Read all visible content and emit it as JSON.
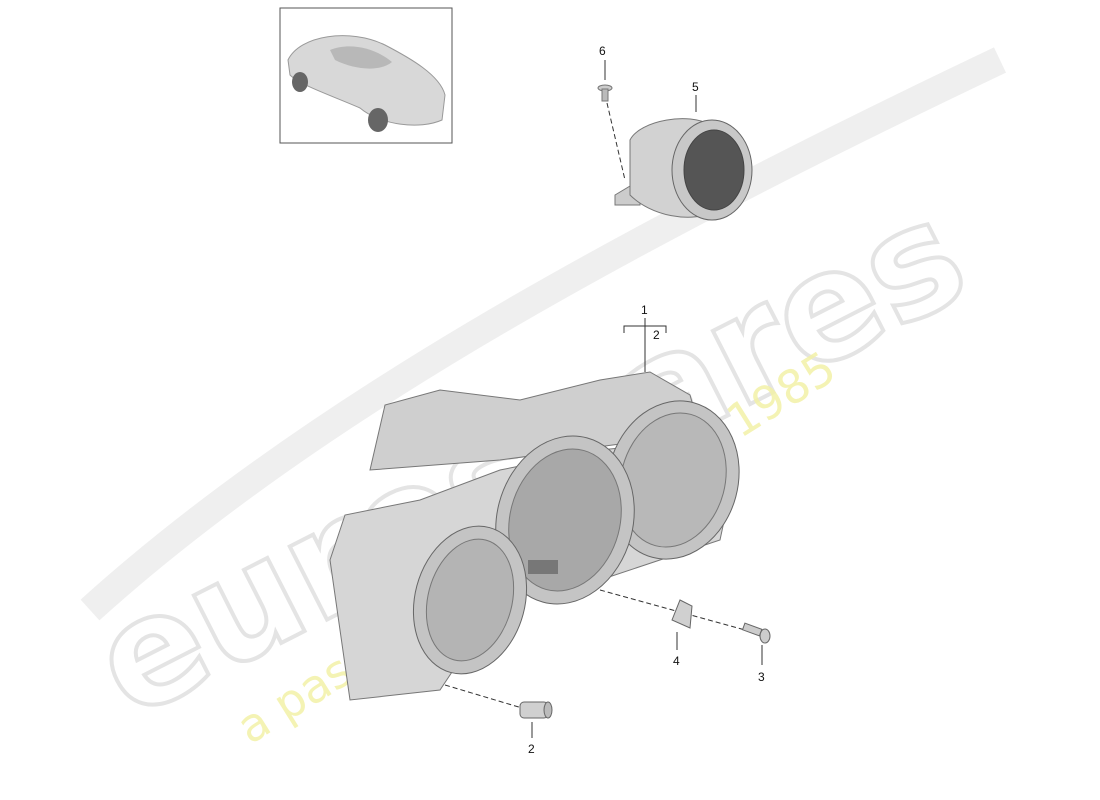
{
  "watermark": {
    "brand": "eurospares",
    "tagline": "a passion for parts since 1985",
    "brand_color": "#e6e6e6",
    "tagline_color": "#f3f1a8"
  },
  "thumbnail": {
    "icon": "car-icon"
  },
  "callouts": {
    "c1": "1",
    "c2_bracket": "2",
    "c2_knob": "2",
    "c3": "3",
    "c4": "4",
    "c5": "5",
    "c6": "6"
  },
  "parts": {
    "instrument_cluster": {
      "callout": "1"
    },
    "reset_knob": {
      "callout": "2"
    },
    "screw": {
      "callout": "3"
    },
    "clip_nut": {
      "callout": "4"
    },
    "clock": {
      "callout": "5"
    },
    "clock_screw": {
      "callout": "6"
    }
  }
}
